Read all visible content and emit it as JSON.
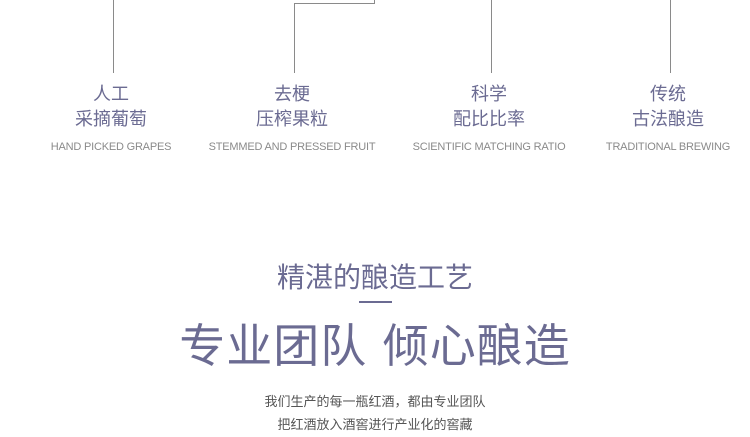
{
  "steps": [
    {
      "line1": "人工",
      "line2": "采摘葡萄",
      "en": "HAND PICKED GRAPES"
    },
    {
      "line1": "去梗",
      "line2": "压榨果粒",
      "en": "STEMMED AND PRESSED FRUIT"
    },
    {
      "line1": "科学",
      "line2": "配比比率",
      "en": "SCIENTIFIC MATCHING RATIO"
    },
    {
      "line1": "传统",
      "line2": "古法酿造",
      "en": "TRADITIONAL BREWING"
    }
  ],
  "section": {
    "subtitle": "精湛的酿造工艺",
    "title": "专业团队 倾心酿造",
    "paragraph": [
      "我们生产的每一瓶红酒，都由专业团队",
      "把红酒放入酒窖进行产业化的窖藏"
    ]
  },
  "colors": {
    "accent": "#6b6b92",
    "line": "#8a8a8a"
  }
}
